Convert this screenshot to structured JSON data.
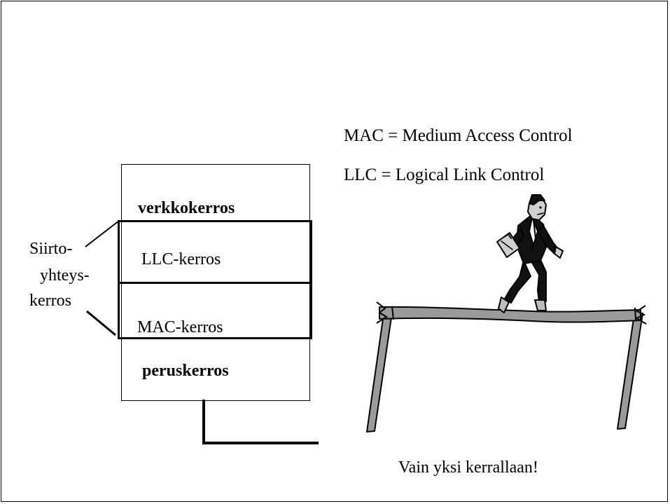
{
  "definitions": {
    "mac": "MAC = Medium Access Control",
    "llc": "LLC = Logical Link Control"
  },
  "stack": {
    "network_layer": "verkkokerros",
    "llc_layer": "LLC-kerros",
    "mac_layer": "MAC-kerros",
    "physical_layer": "peruskerros"
  },
  "side_label": {
    "line1": "Siirto-",
    "line2": "yhteys-",
    "line3": "kerros"
  },
  "caption": "Vain yksi kerrallaan!",
  "colors": {
    "plank": "#9a9a9a",
    "line": "#000000"
  }
}
